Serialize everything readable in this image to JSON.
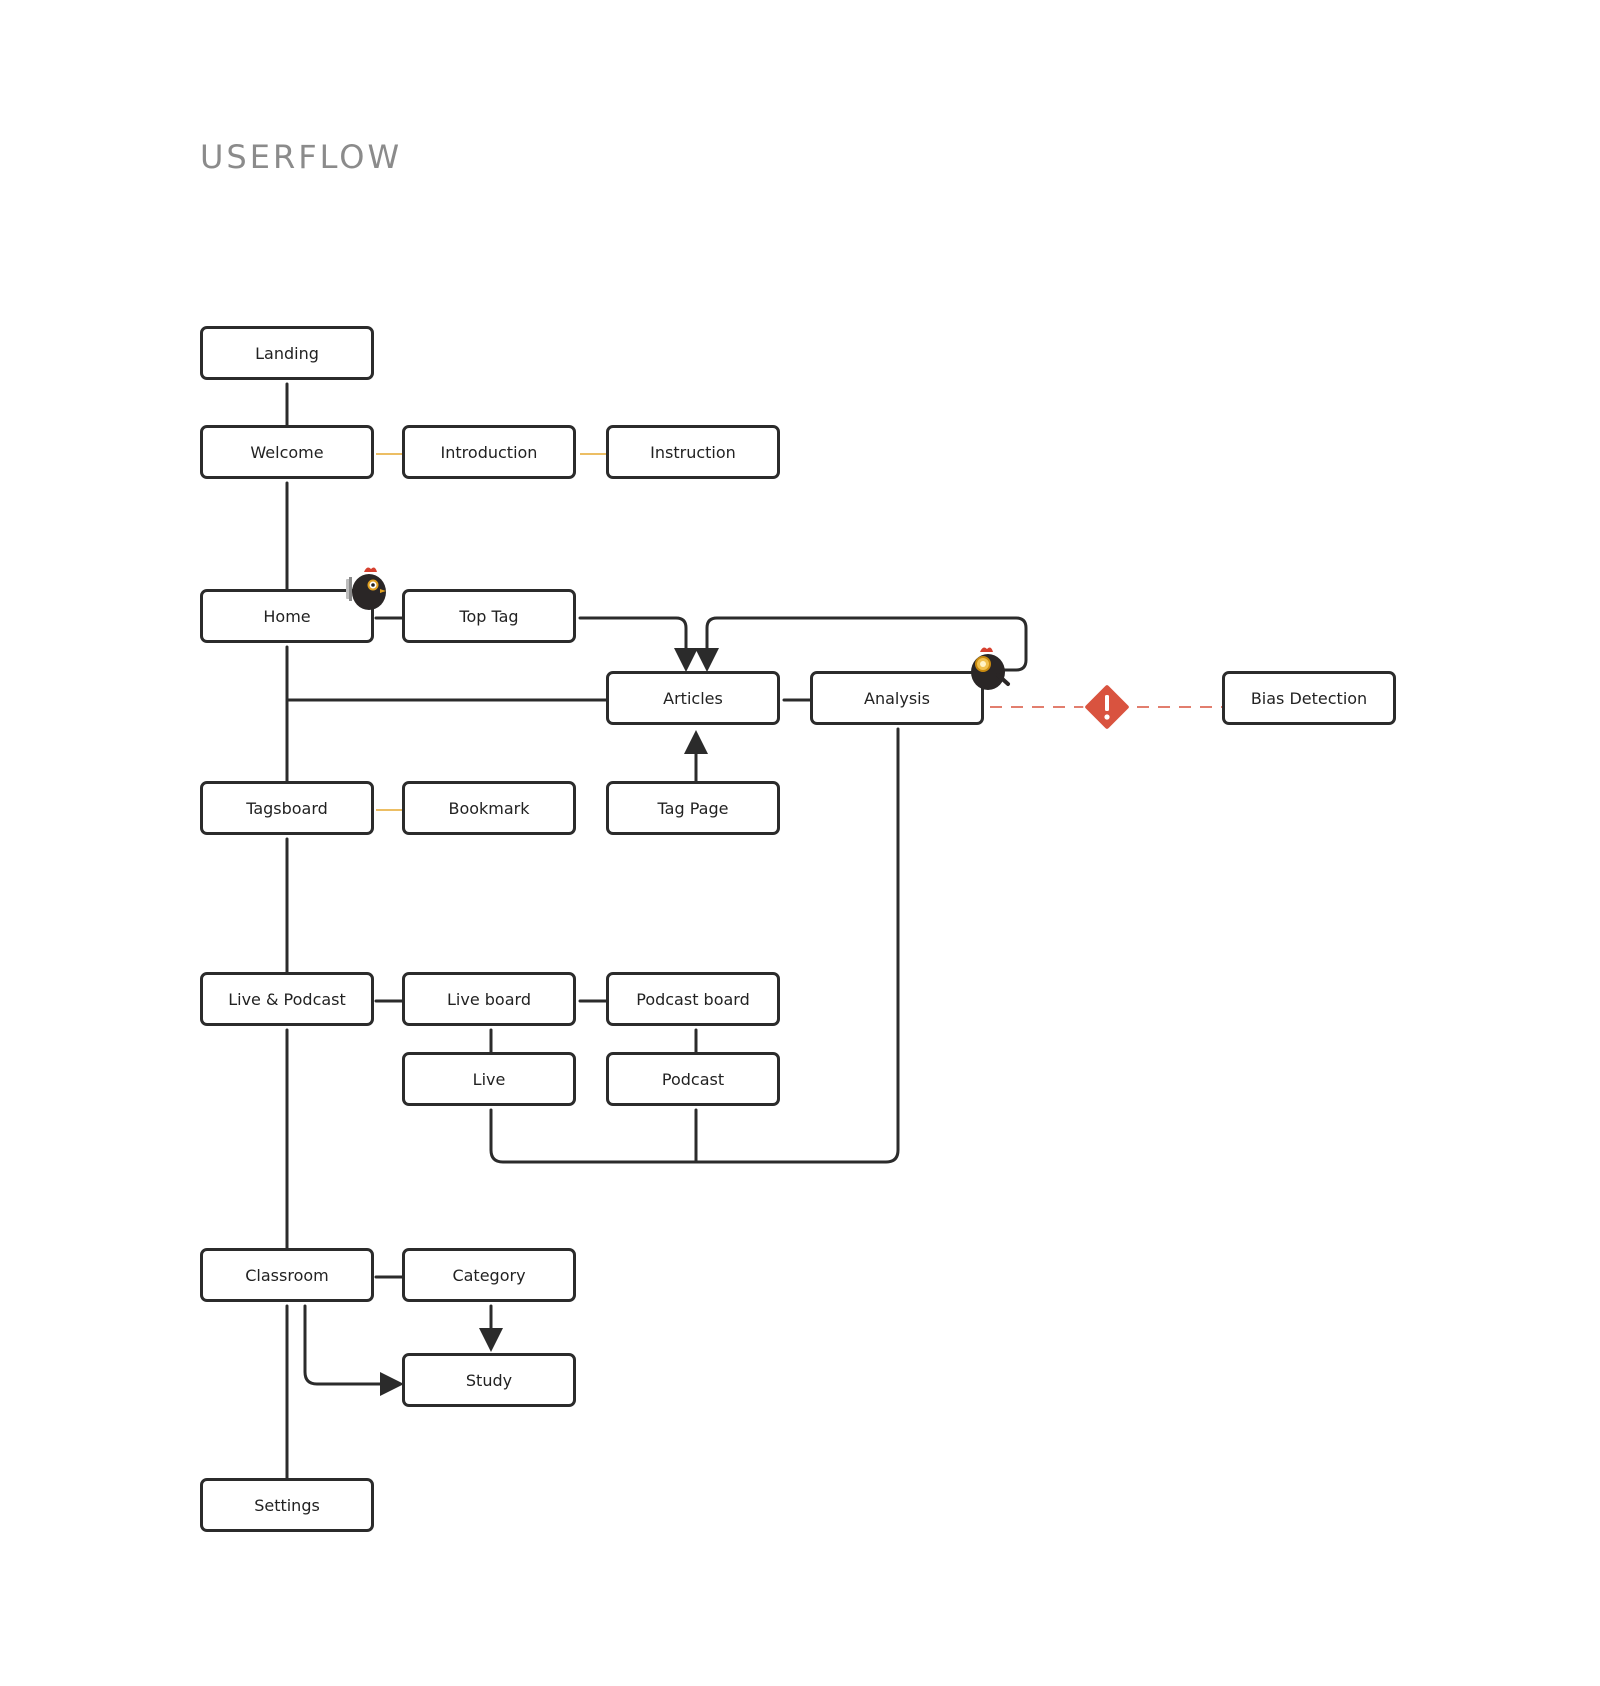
{
  "title": "USERFLOW",
  "colors": {
    "line": "#2b2b2b",
    "optional_link": "#e6a830",
    "alert": "#d9533f",
    "title": "#8b8b8b"
  },
  "nodes": {
    "landing": "Landing",
    "welcome": "Welcome",
    "introduction": "Introduction",
    "instruction": "Instruction",
    "home": "Home",
    "top_tag": "Top Tag",
    "articles": "Articles",
    "analysis": "Analysis",
    "bias_detection": "Bias Detection",
    "tagsboard": "Tagsboard",
    "bookmark": "Bookmark",
    "tag_page": "Tag Page",
    "live_podcast": "Live & Podcast",
    "live_board": "Live board",
    "podcast_board": "Podcast board",
    "live": "Live",
    "podcast": "Podcast",
    "classroom": "Classroom",
    "category": "Category",
    "study": "Study",
    "settings": "Settings"
  },
  "icons": {
    "home_mascot": "rooster-reading-icon",
    "analysis_mascot": "rooster-magnifier-icon",
    "alert": "warning-diamond-icon"
  }
}
